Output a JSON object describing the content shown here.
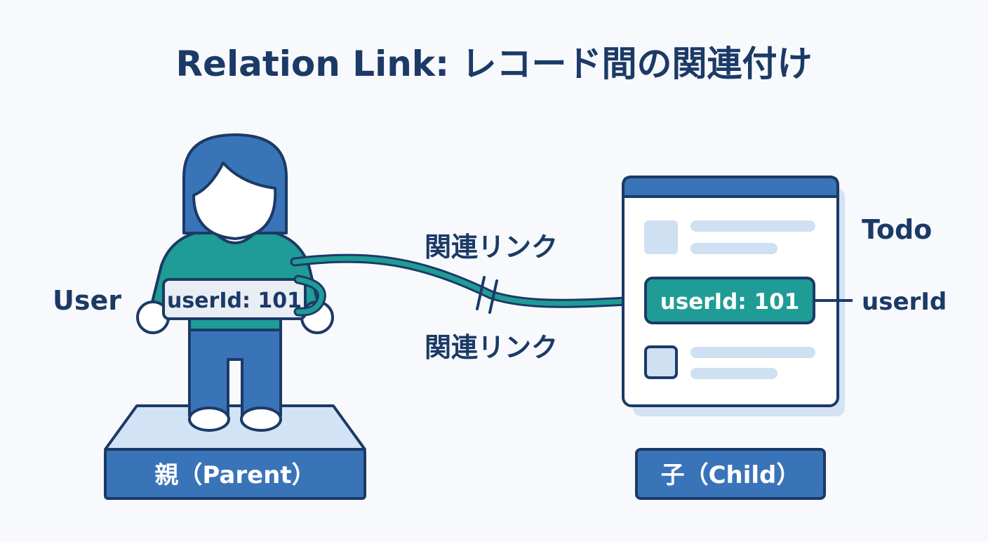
{
  "title": "Relation Link: レコード間の関連付け",
  "parent": {
    "entity_label": "User",
    "field_tag": "userId: 101",
    "base_label": "親（Parent）"
  },
  "link": {
    "label_top": "関連リンク",
    "label_bottom": "関連リンク"
  },
  "child": {
    "entity_label": "Todo",
    "field_tag": "userId: 101",
    "field_callout": "userId",
    "base_label": "子（Child）"
  },
  "colors": {
    "navy": "#1b3a66",
    "blue": "#3a74b8",
    "blue_dark": "#1f4f8f",
    "teal": "#1f9c95",
    "teal_dark": "#146f6b",
    "light_blue": "#cfe0f2",
    "panel_shadow": "#d3e3f3"
  }
}
